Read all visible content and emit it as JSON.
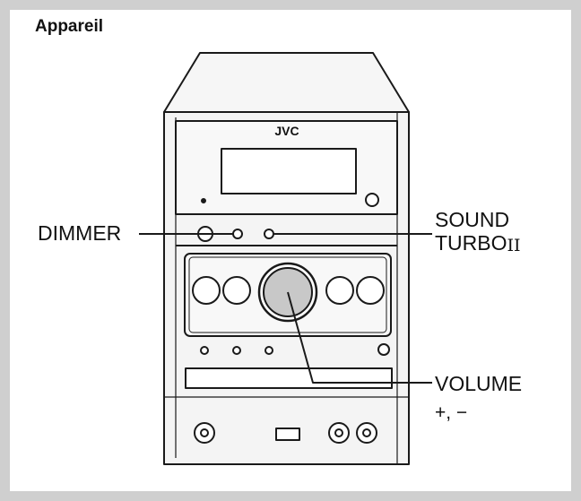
{
  "section_title": "Appareil",
  "brand": "JVC",
  "labels": {
    "dimmer": "DIMMER",
    "sound_turbo_line1": "SOUND",
    "sound_turbo_line2": "TURBO",
    "sound_turbo_suffix": "II",
    "volume": "VOLUME",
    "volume_suffix": "+, −"
  },
  "colors": {
    "background": "#cfcfcf",
    "panel": "#ffffff",
    "outline": "#1a1a1a",
    "device_fill": "#f4f4f4",
    "knob_fill": "#c8c8c8"
  }
}
